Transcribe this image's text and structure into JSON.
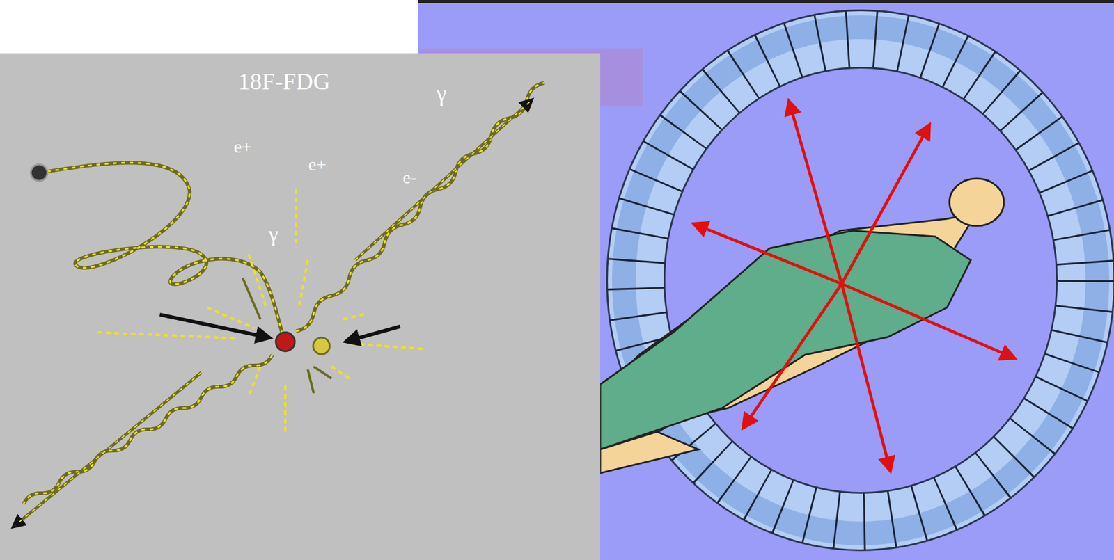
{
  "diagram": {
    "labels": [
      "18F-FDG",
      "γ",
      "e+",
      "e+",
      "e-",
      "γ"
    ]
  }
}
